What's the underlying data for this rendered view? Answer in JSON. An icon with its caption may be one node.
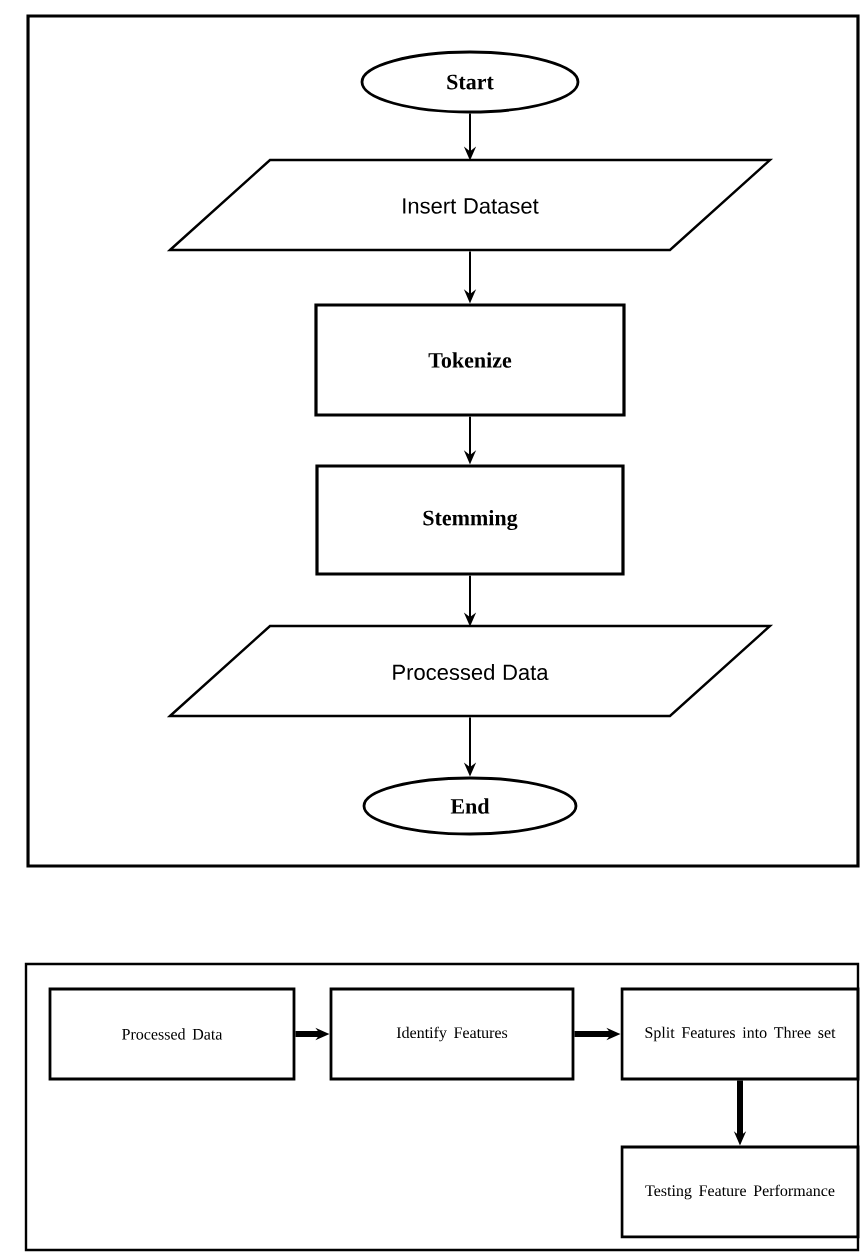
{
  "diagram": {
    "nodes": [
      {
        "text": [
          "Start"
        ]
      },
      {
        "text": [
          "Insert Dataset"
        ]
      },
      {
        "text": [
          "Tokenize"
        ]
      },
      {
        "text": [
          "Stemming"
        ]
      },
      {
        "text": [
          "Processed Data"
        ]
      },
      {
        "text": [
          "End"
        ]
      },
      {
        "text": [
          "Processed Data"
        ]
      },
      {
        "text": [
          "Identify Features"
        ]
      },
      {
        "text": [
          "Split Features into Three set"
        ]
      },
      {
        "text": [
          "Testing Feature Performance"
        ]
      }
    ],
    "edges": [
      {
        "from": 0,
        "to": 1,
        "arrow": "to"
      },
      {
        "from": 1,
        "to": 2,
        "arrow": "to"
      },
      {
        "from": 2,
        "to": 3,
        "arrow": "to"
      },
      {
        "from": 3,
        "to": 4,
        "arrow": "to"
      },
      {
        "from": 4,
        "to": 5,
        "arrow": "to"
      },
      {
        "from": 6,
        "to": 7,
        "arrow": "to",
        "style": "thick"
      },
      {
        "from": 7,
        "to": 8,
        "arrow": "to",
        "style": "thick"
      },
      {
        "from": 8,
        "to": 9,
        "arrow": "to",
        "style": "thick"
      }
    ]
  }
}
